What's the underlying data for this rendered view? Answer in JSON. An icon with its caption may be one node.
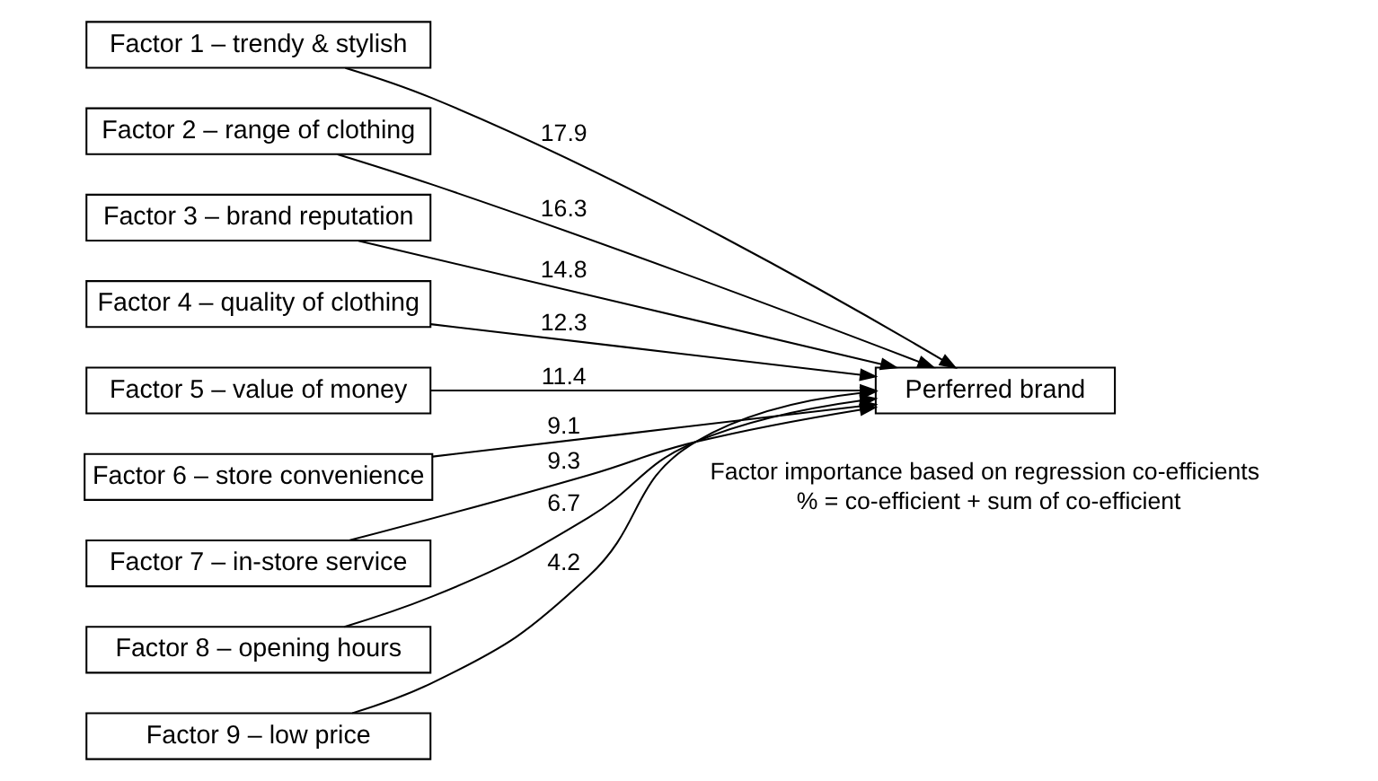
{
  "diagram": {
    "nodes": [
      {
        "text": [
          "Factor 1 – trendy & stylish"
        ]
      },
      {
        "text": [
          "Factor 2 – range of clothing"
        ]
      },
      {
        "text": [
          "Factor 3 – brand reputation"
        ]
      },
      {
        "text": [
          "Factor 4 – quality of clothing"
        ]
      },
      {
        "text": [
          "Factor 5 – value of money"
        ]
      },
      {
        "text": [
          "Factor 6 – store convenience"
        ]
      },
      {
        "text": [
          "Factor 7 – in-store service"
        ]
      },
      {
        "text": [
          "Factor 8 – opening hours"
        ]
      },
      {
        "text": [
          "Factor 9 – low price"
        ]
      },
      {
        "text": [
          "Perferred brand"
        ]
      }
    ],
    "edges": [
      {
        "from": 0,
        "to": 9,
        "arrow": "to",
        "label": "17.9"
      },
      {
        "from": 1,
        "to": 9,
        "arrow": "to",
        "label": "16.3"
      },
      {
        "from": 2,
        "to": 9,
        "arrow": "to",
        "label": "14.8"
      },
      {
        "from": 3,
        "to": 9,
        "arrow": "to",
        "label": "12.3"
      },
      {
        "from": 4,
        "to": 9,
        "arrow": "to",
        "label": "11.4"
      },
      {
        "from": 5,
        "to": 9,
        "arrow": "to",
        "label": "9.1"
      },
      {
        "from": 6,
        "to": 9,
        "arrow": "to",
        "label": "9.3"
      },
      {
        "from": 7,
        "to": 9,
        "arrow": "to",
        "label": "6.7"
      },
      {
        "from": 8,
        "to": 9,
        "arrow": "to",
        "label": "4.2"
      }
    ],
    "labels": [
      "Factor importance based on regression co-efficients",
      "% = co-efficient + sum of co-efficient"
    ]
  }
}
